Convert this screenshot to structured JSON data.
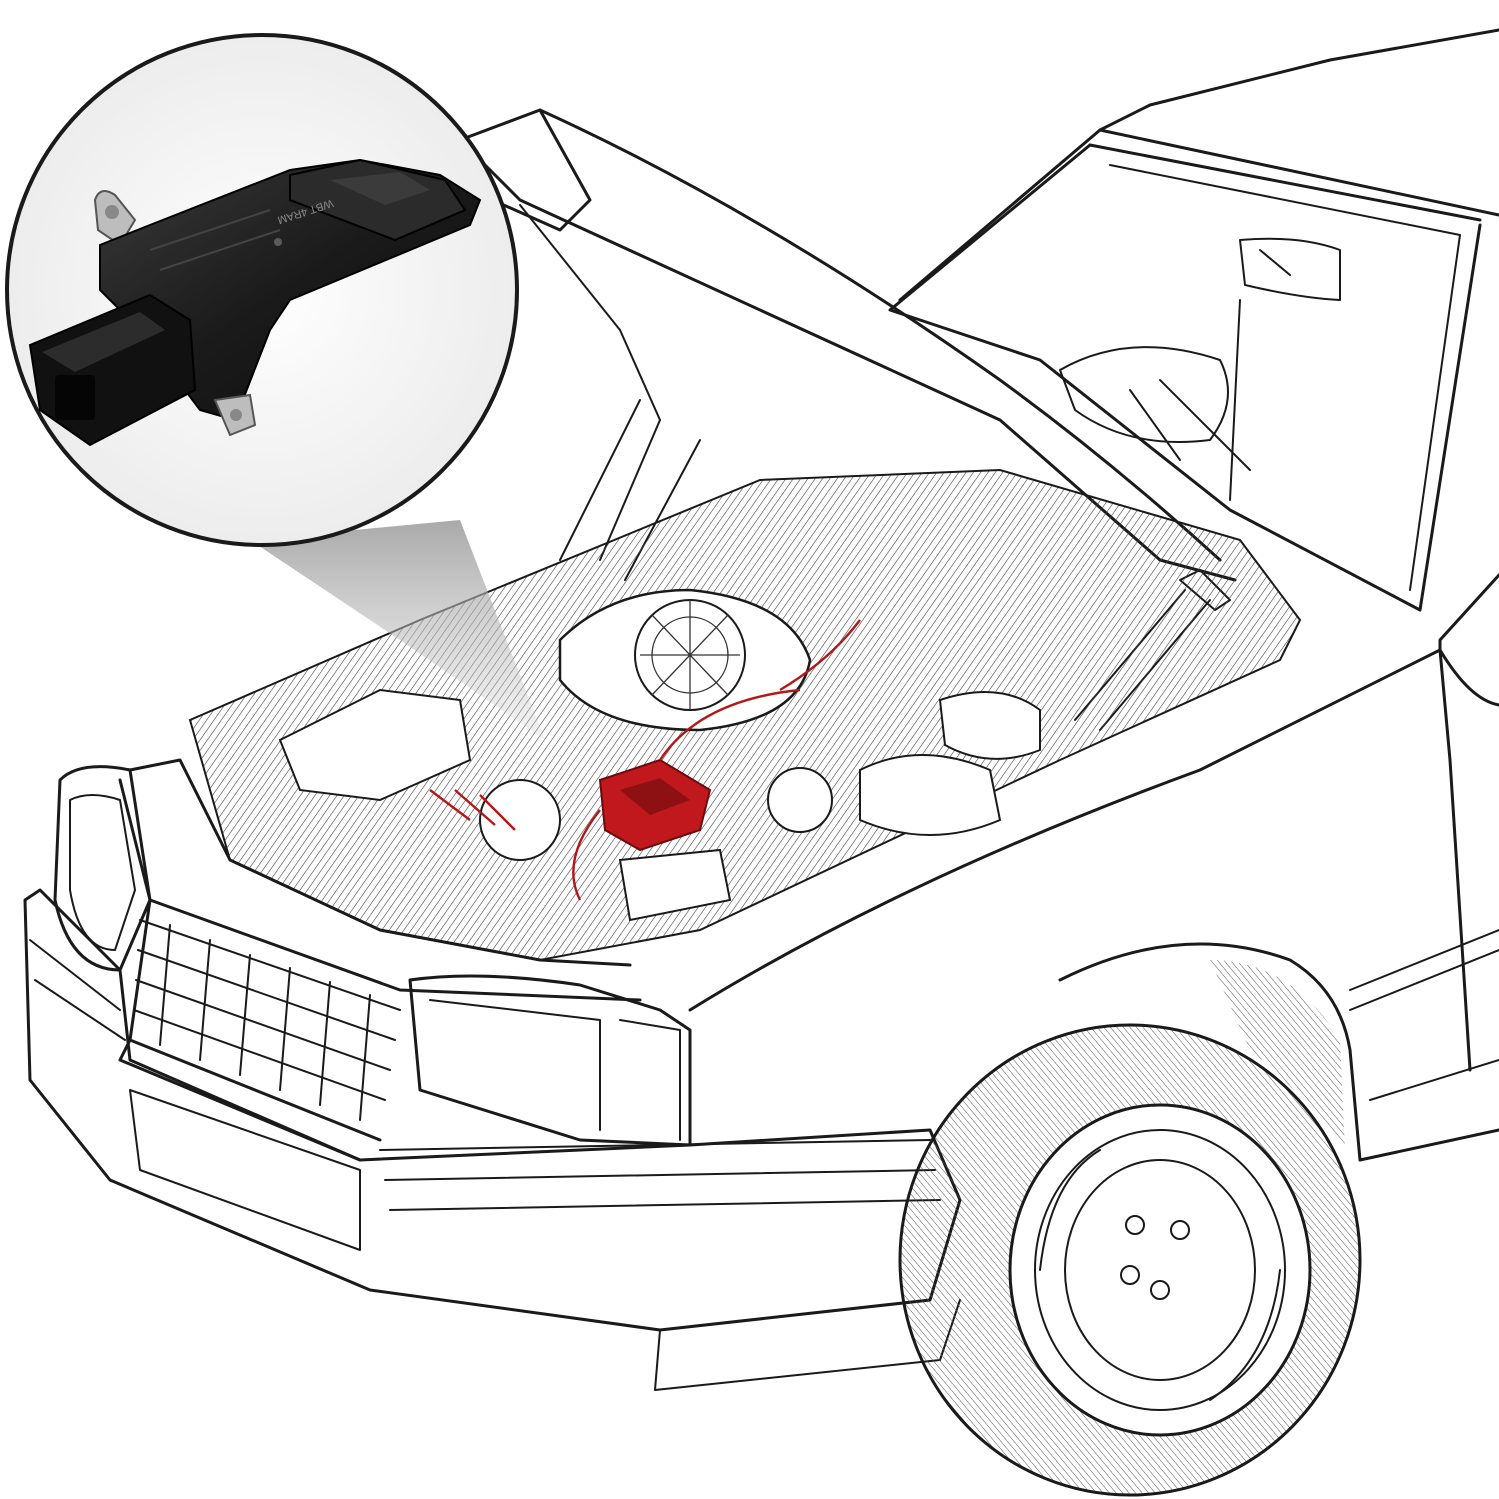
{
  "image": {
    "subject": "car-engine-bay-line-drawing",
    "callout": "part-photo-inset",
    "colors": {
      "line": "#1a1a1a",
      "highlight": "#c0181c",
      "inset_border": "#1a1a1a",
      "part_body": "#1c1c1c"
    }
  },
  "inset": {
    "part_label": "WBT 4RAM",
    "icon": "mass-air-flow-sensor-icon"
  }
}
